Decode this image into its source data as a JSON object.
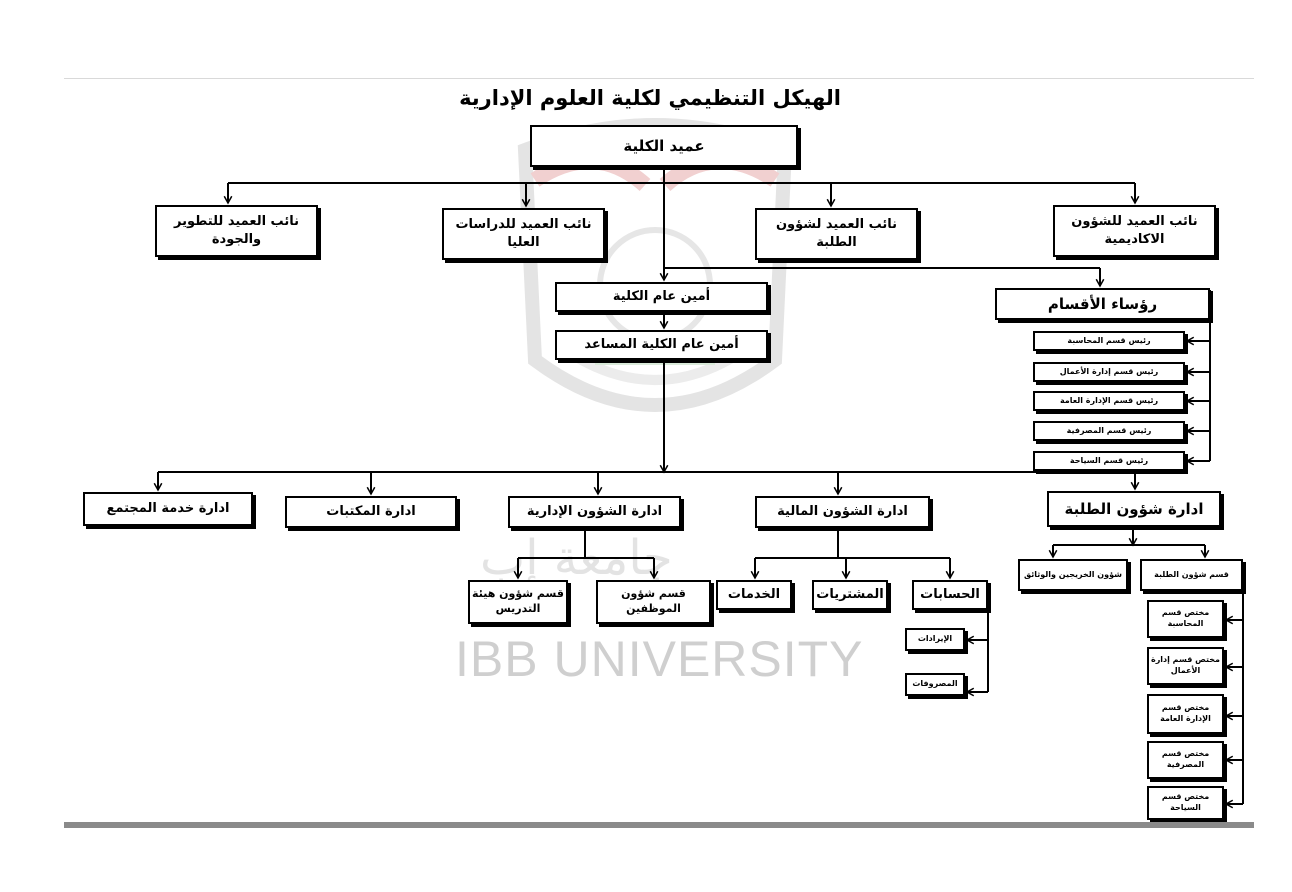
{
  "title": "الهيكل التنظيمي لكلية العلوم الإدارية",
  "watermark": {
    "text": "IBB UNIVERSITY",
    "arabic": "جامعة إب"
  },
  "boxes": {
    "dean": "عميد الكلية",
    "vd_dev": "نائب العميد للتطوير والجودة",
    "vd_grad": "نائب العميد للدراسات العليا",
    "vd_students": "نائب العميد لشؤون الطلبة",
    "vd_academic": "نائب العميد للشؤون الاكاديمية",
    "secretary": "أمين عام الكلية",
    "asst_secretary": "أمين عام الكلية المساعد",
    "dept_heads": "رؤساء الأقسام",
    "head_accounting": "رئيس قسم المحاسبة",
    "head_business": "رئيس قسم إدارة الأعمال",
    "head_public": "رئيس قسم الإدارة العامة",
    "head_banking": "رئيس قسم المصرفية",
    "head_tourism": "رئيس قسم السياحة",
    "community": "ادارة خدمة المجتمع",
    "libraries": "ادارة المكتبات",
    "admin_affairs": "ادارة الشؤون الإدارية",
    "finance": "ادارة الشؤون المالية",
    "student_affairs": "ادارة شؤون الطلبة",
    "faculty_staff": "قسم شؤون هيئة التدريس",
    "employees": "قسم شؤون الموظفين",
    "services": "الخدمات",
    "purchases": "المشتريات",
    "accounts": "الحسابات",
    "revenues": "الإيرادات",
    "expenses": "المصروفات",
    "graduates": "شؤون الخريجين والوثائق",
    "students_section": "قسم شؤون الطلبة",
    "spec_accounting": "مختص قسم المحاسبة",
    "spec_business": "مختص قسم إدارة الأعمال",
    "spec_public": "مختص قسم الإدارة العامة",
    "spec_banking": "مختص قسم المصرفية",
    "spec_tourism": "مختص قسم السياحة"
  }
}
